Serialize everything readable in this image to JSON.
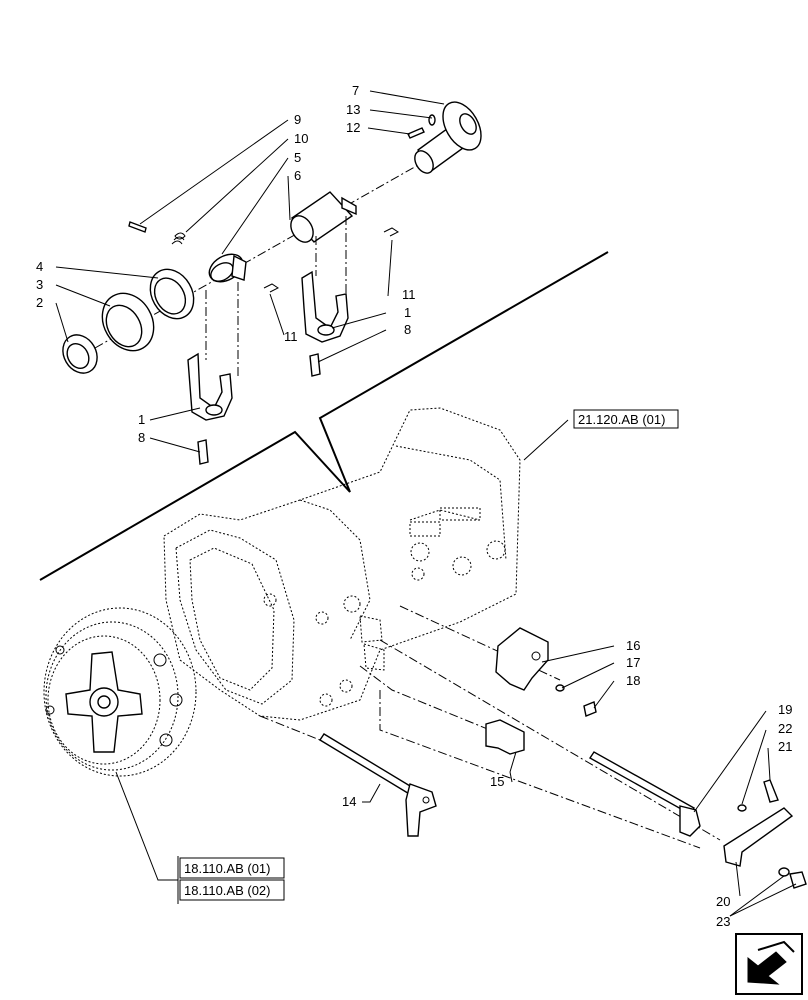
{
  "callouts": {
    "c1a": "1",
    "c1b": "1",
    "c2": "2",
    "c3": "3",
    "c4": "4",
    "c5": "5",
    "c6": "6",
    "c7": "7",
    "c8a": "8",
    "c8b": "8",
    "c9": "9",
    "c10": "10",
    "c11a": "11",
    "c11b": "11",
    "c12": "12",
    "c13": "13",
    "c14": "14",
    "c15": "15",
    "c16": "16",
    "c17": "17",
    "c18": "18",
    "c19": "19",
    "c20": "20",
    "c21": "21",
    "c22": "22",
    "c23": "23"
  },
  "references": {
    "housing": "21.120.AB (01)",
    "clutch_1": "18.110.AB (01)",
    "clutch_2": "18.110.AB (02)"
  },
  "nav_icon": "arrow-icon"
}
